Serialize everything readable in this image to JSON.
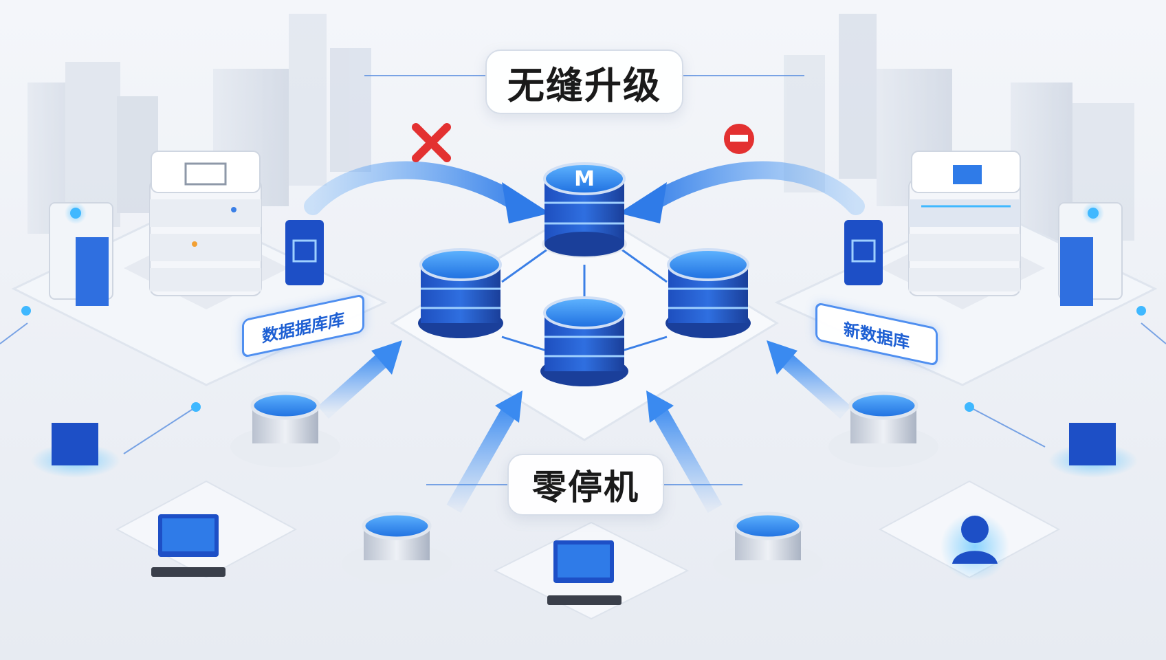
{
  "title": "无缝升级",
  "subtitle": "零停机",
  "labels": {
    "old_db": "数据据库库",
    "new_db": "新数据库"
  },
  "colors": {
    "primary_blue": "#2f7be8",
    "dark_blue": "#1d3f9a",
    "accent_red": "#e33131",
    "background": "#eef1f6"
  },
  "icons": {
    "center_db_logo": "M",
    "left_red_icon": "red-x-icon",
    "right_red_icon": "red-logo-icon"
  }
}
